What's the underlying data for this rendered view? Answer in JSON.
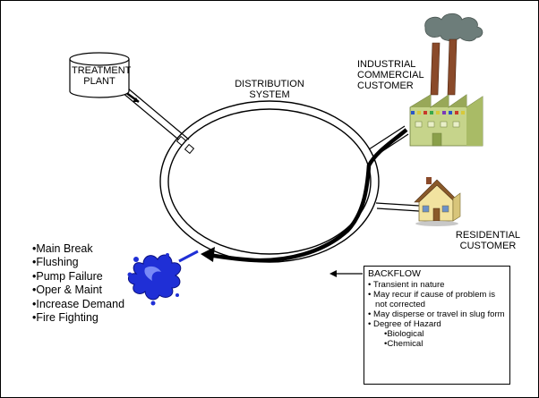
{
  "labels": {
    "treatment_plant": [
      "TREATMENT",
      "PLANT"
    ],
    "distribution_system": [
      "DISTRIBUTION",
      "SYSTEM"
    ],
    "industrial_customer": [
      "INDUSTRIAL",
      "COMMERCIAL",
      "CUSTOMER"
    ],
    "residential_customer": [
      "RESIDENTIAL",
      "CUSTOMER"
    ]
  },
  "causes": [
    "•Main Break",
    "•Flushing",
    "•Pump Failure",
    "•Oper & Maint",
    "•Increase Demand",
    "•Fire Fighting"
  ],
  "backflow": {
    "title": "BACKFLOW",
    "items": [
      "• Transient in nature",
      "• May recur if cause of problem is not corrected",
      "• May disperse or travel in slug form",
      "• Degree of Hazard"
    ],
    "hazards": [
      "•Biological",
      "•Chemical"
    ]
  },
  "colors": {
    "factory_wall": "#c6d48b",
    "factory_roof": "#98a858",
    "chimney": "#8a4a2a",
    "smoke": "#6d7d7a",
    "house_wall": "#f2e3a0",
    "house_roof": "#8a5a2a",
    "spill": "#1f2fd6",
    "pipe": "#000000"
  },
  "icons": [
    "treatment-plant-tank-icon",
    "factory-icon",
    "house-icon",
    "water-spill-icon",
    "flow-arrow-icon"
  ]
}
